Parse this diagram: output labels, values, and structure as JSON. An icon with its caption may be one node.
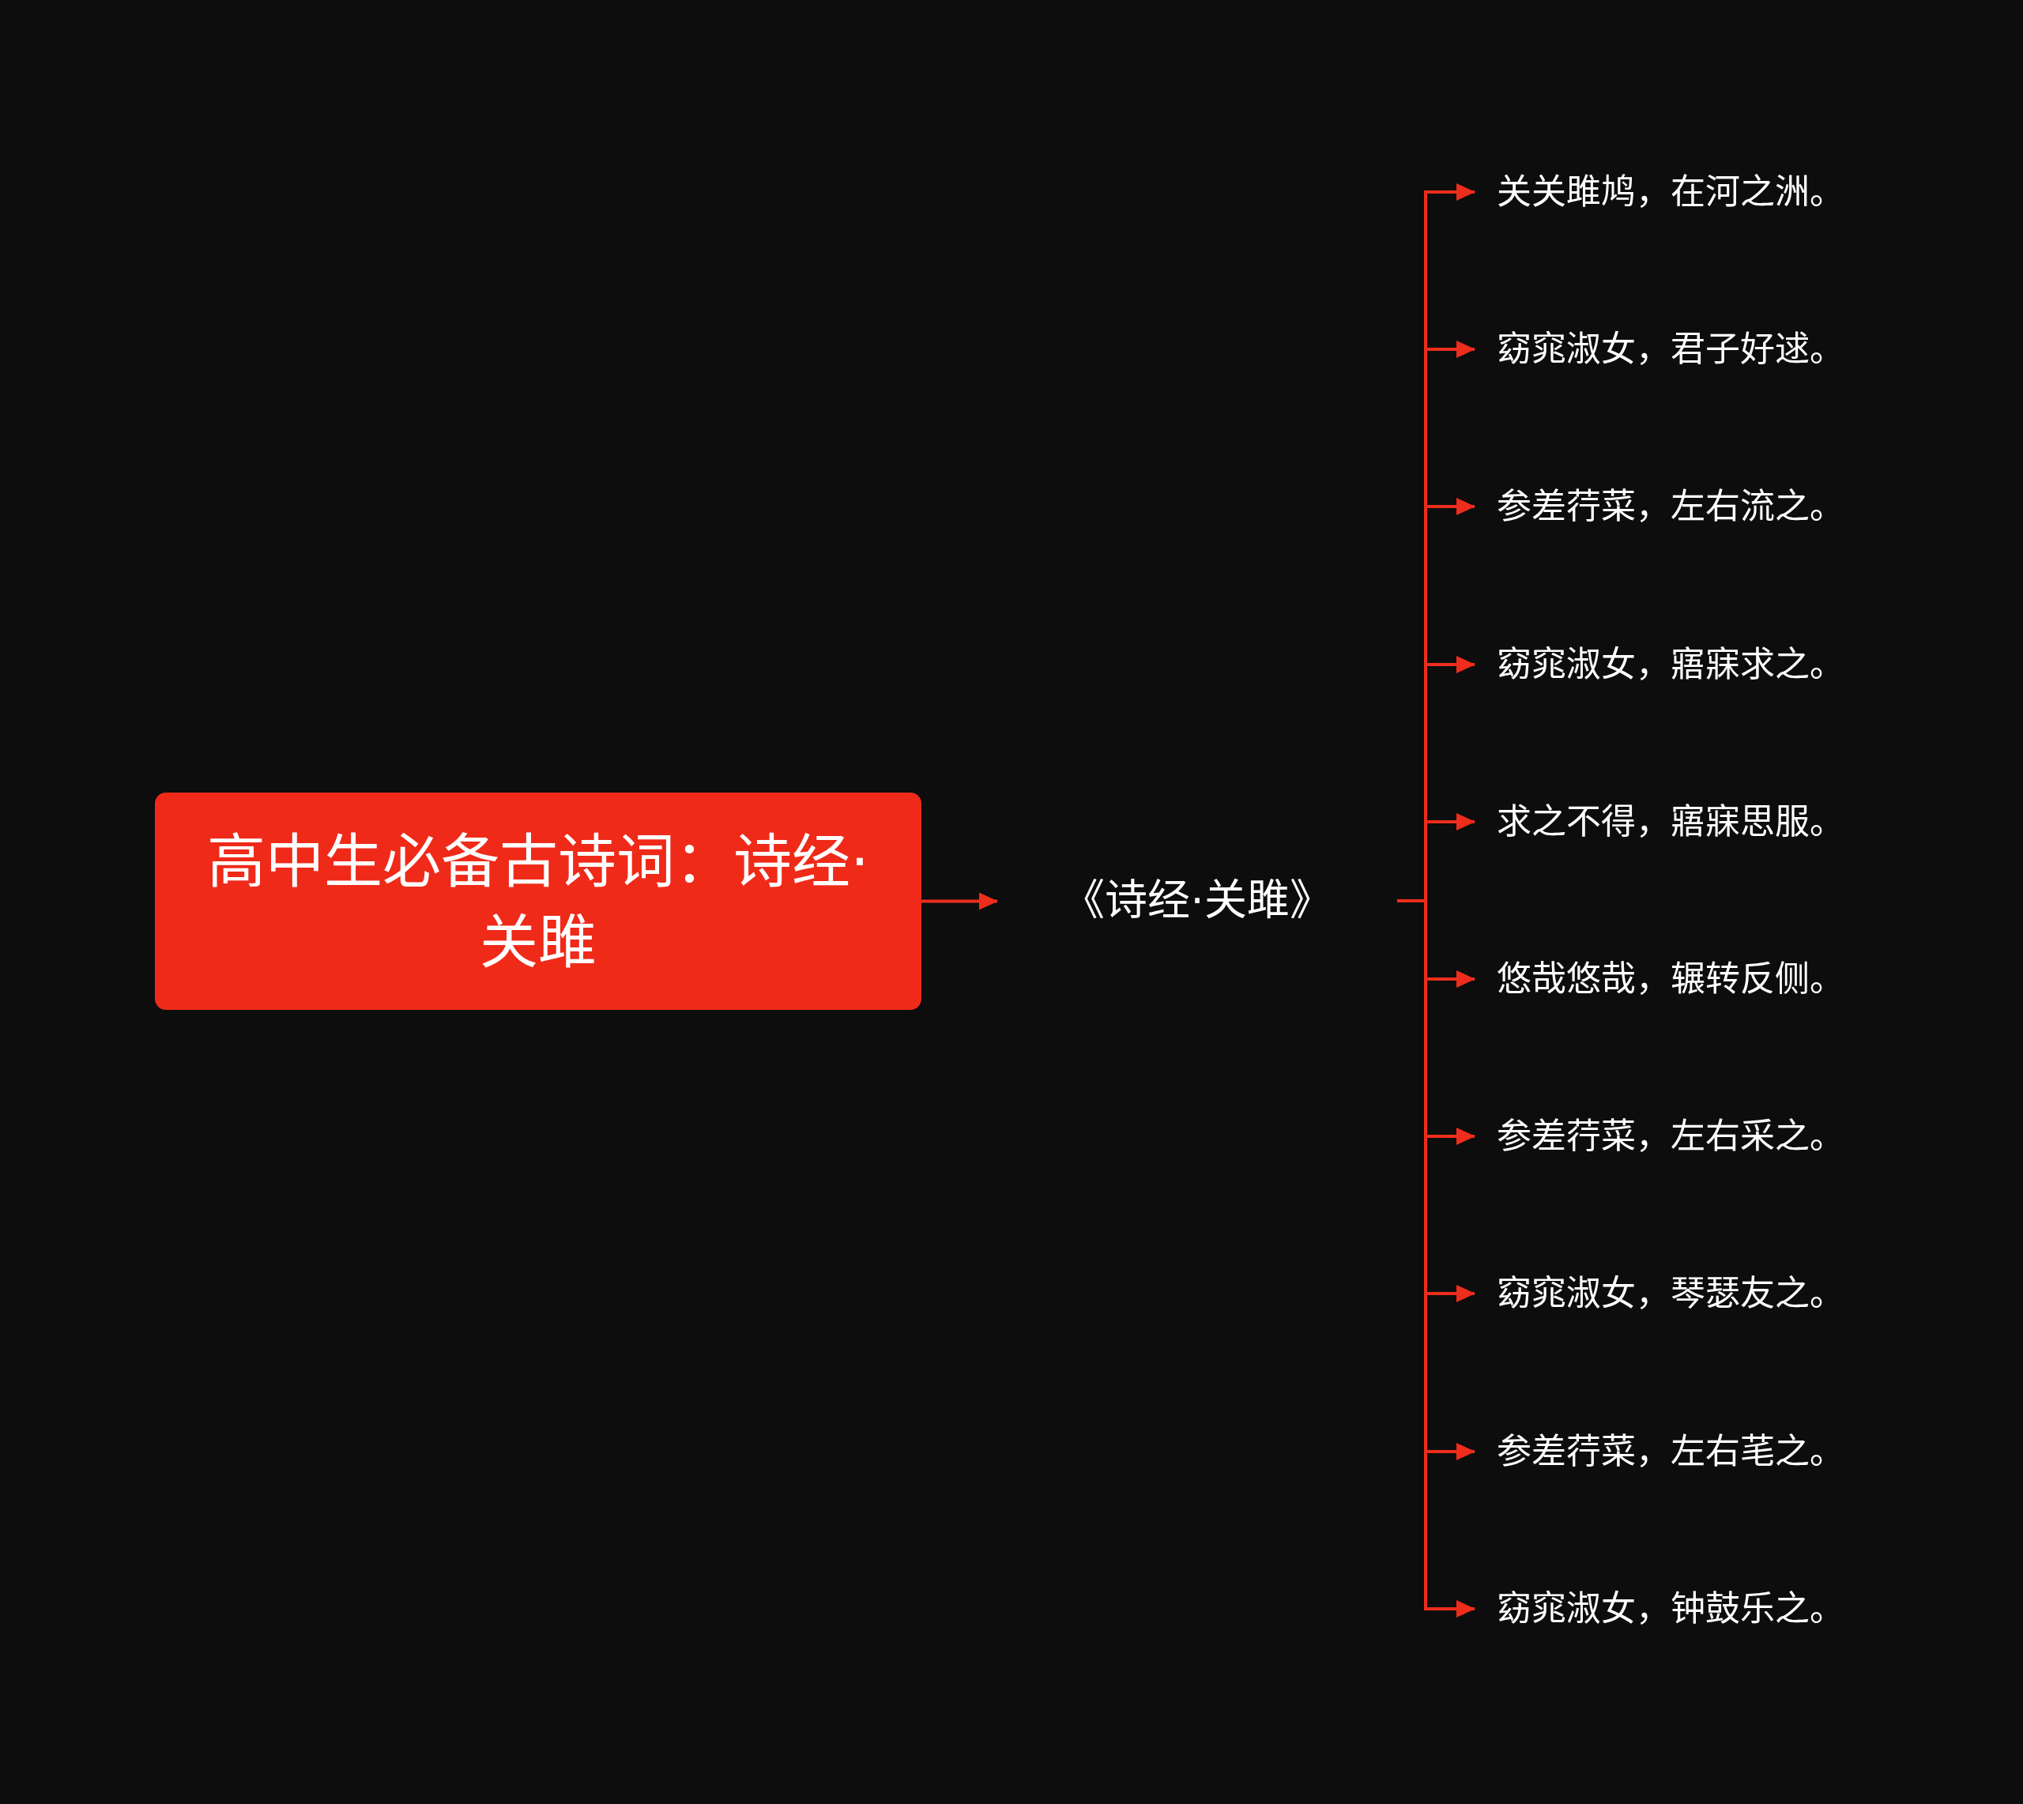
{
  "diagram": {
    "nodes": [
      {
        "text": [
          "高中生必备古诗词：诗经·关雎"
        ]
      },
      {
        "text": [
          "《诗经·关雎》"
        ]
      },
      {
        "text": [
          "关关雎鸠，在河之洲。"
        ]
      },
      {
        "text": [
          "窈窕淑女，君子好逑。"
        ]
      },
      {
        "text": [
          "参差荇菜，左右流之。"
        ]
      },
      {
        "text": [
          "窈窕淑女，寤寐求之。"
        ]
      },
      {
        "text": [
          "求之不得，寤寐思服。"
        ]
      },
      {
        "text": [
          "悠哉悠哉，辗转反侧。"
        ]
      },
      {
        "text": [
          "参差荇菜，左右采之。"
        ]
      },
      {
        "text": [
          "窈窕淑女，琴瑟友之。"
        ]
      },
      {
        "text": [
          "参差荇菜，左右芼之。"
        ]
      },
      {
        "text": [
          "窈窕淑女，钟鼓乐之。"
        ]
      }
    ],
    "edges": [
      {
        "from": 0,
        "to": 1,
        "arrow": "to"
      },
      {
        "from": 1,
        "to": 2,
        "arrow": "to"
      },
      {
        "from": 1,
        "to": 3,
        "arrow": "to"
      },
      {
        "from": 1,
        "to": 4,
        "arrow": "to"
      },
      {
        "from": 1,
        "to": 5,
        "arrow": "to"
      },
      {
        "from": 1,
        "to": 6,
        "arrow": "to"
      },
      {
        "from": 1,
        "to": 7,
        "arrow": "to"
      },
      {
        "from": 1,
        "to": 8,
        "arrow": "to"
      },
      {
        "from": 1,
        "to": 9,
        "arrow": "to"
      },
      {
        "from": 1,
        "to": 10,
        "arrow": "to"
      },
      {
        "from": 1,
        "to": 11,
        "arrow": "to"
      }
    ]
  }
}
